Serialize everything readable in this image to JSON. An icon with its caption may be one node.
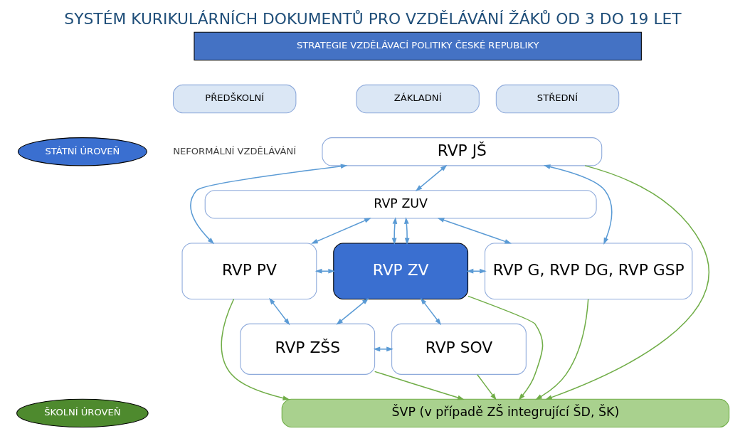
{
  "diagram": {
    "title": "SYSTÉM KURIKULÁRNÍCH DOKUMENTŮ PRO VZDĚLÁVÁNÍ ŽÁKŮ OD 3 DO 19 LET",
    "nodes": [
      {
        "text": [
          "STRATEGIE VZDĚLÁVACÍ POLITIKY ČESKÉ REPUBLIKY"
        ]
      },
      {
        "text": [
          "PŘEDŠKOLNÍ"
        ]
      },
      {
        "text": [
          "ZÁKLADNÍ"
        ]
      },
      {
        "text": [
          "STŘEDNÍ"
        ]
      },
      {
        "text": [
          "STÁTNÍ ÚROVEŇ"
        ]
      },
      {
        "text": [
          "ŠKOLNÍ ÚROVEŇ"
        ]
      },
      {
        "text": [
          "RVP JŠ"
        ]
      },
      {
        "text": [
          "RVP ZUV"
        ]
      },
      {
        "text": [
          "RVP PV"
        ]
      },
      {
        "text": [
          "RVP ZV"
        ]
      },
      {
        "text": [
          "RVP G, RVP DG, RVP GSP"
        ]
      },
      {
        "text": [
          "RVP ZŠS"
        ]
      },
      {
        "text": [
          "RVP SOV"
        ]
      },
      {
        "text": [
          "ŠVP (v případě ZŠ integrující ŠD, ŠK)"
        ]
      }
    ],
    "edges": [
      {
        "from": 6,
        "to": 7,
        "arrow": "both"
      },
      {
        "from": 8,
        "to": 6,
        "arrow": "both"
      },
      {
        "from": 7,
        "to": 8,
        "arrow": "both"
      },
      {
        "from": 7,
        "to": 9,
        "arrow": "both"
      },
      {
        "from": 7,
        "to": 9,
        "arrow": "both"
      },
      {
        "from": 7,
        "to": 10,
        "arrow": "both"
      },
      {
        "from": 6,
        "to": 10,
        "arrow": "both"
      },
      {
        "from": 8,
        "to": 9,
        "arrow": "both"
      },
      {
        "from": 9,
        "to": 10,
        "arrow": "both"
      },
      {
        "from": 8,
        "to": 11,
        "arrow": "both"
      },
      {
        "from": 9,
        "to": 11,
        "arrow": "both"
      },
      {
        "from": 9,
        "to": 12,
        "arrow": "both"
      },
      {
        "from": 11,
        "to": 12,
        "arrow": "both"
      },
      {
        "from": 8,
        "to": 13,
        "arrow": "to",
        "color": "#70ad47"
      },
      {
        "from": 6,
        "to": 13,
        "arrow": "to",
        "color": "#70ad47"
      },
      {
        "from": 9,
        "to": 13,
        "arrow": "to",
        "color": "#70ad47"
      },
      {
        "from": 11,
        "to": 13,
        "arrow": "to",
        "color": "#70ad47"
      },
      {
        "from": 10,
        "to": 13,
        "arrow": "to",
        "color": "#70ad47"
      },
      {
        "from": 12,
        "to": 13,
        "arrow": "to",
        "color": "#70ad47"
      }
    ],
    "labels": [
      "NEFORMÁLNÍ VZDĚLÁVÁNÍ"
    ]
  }
}
